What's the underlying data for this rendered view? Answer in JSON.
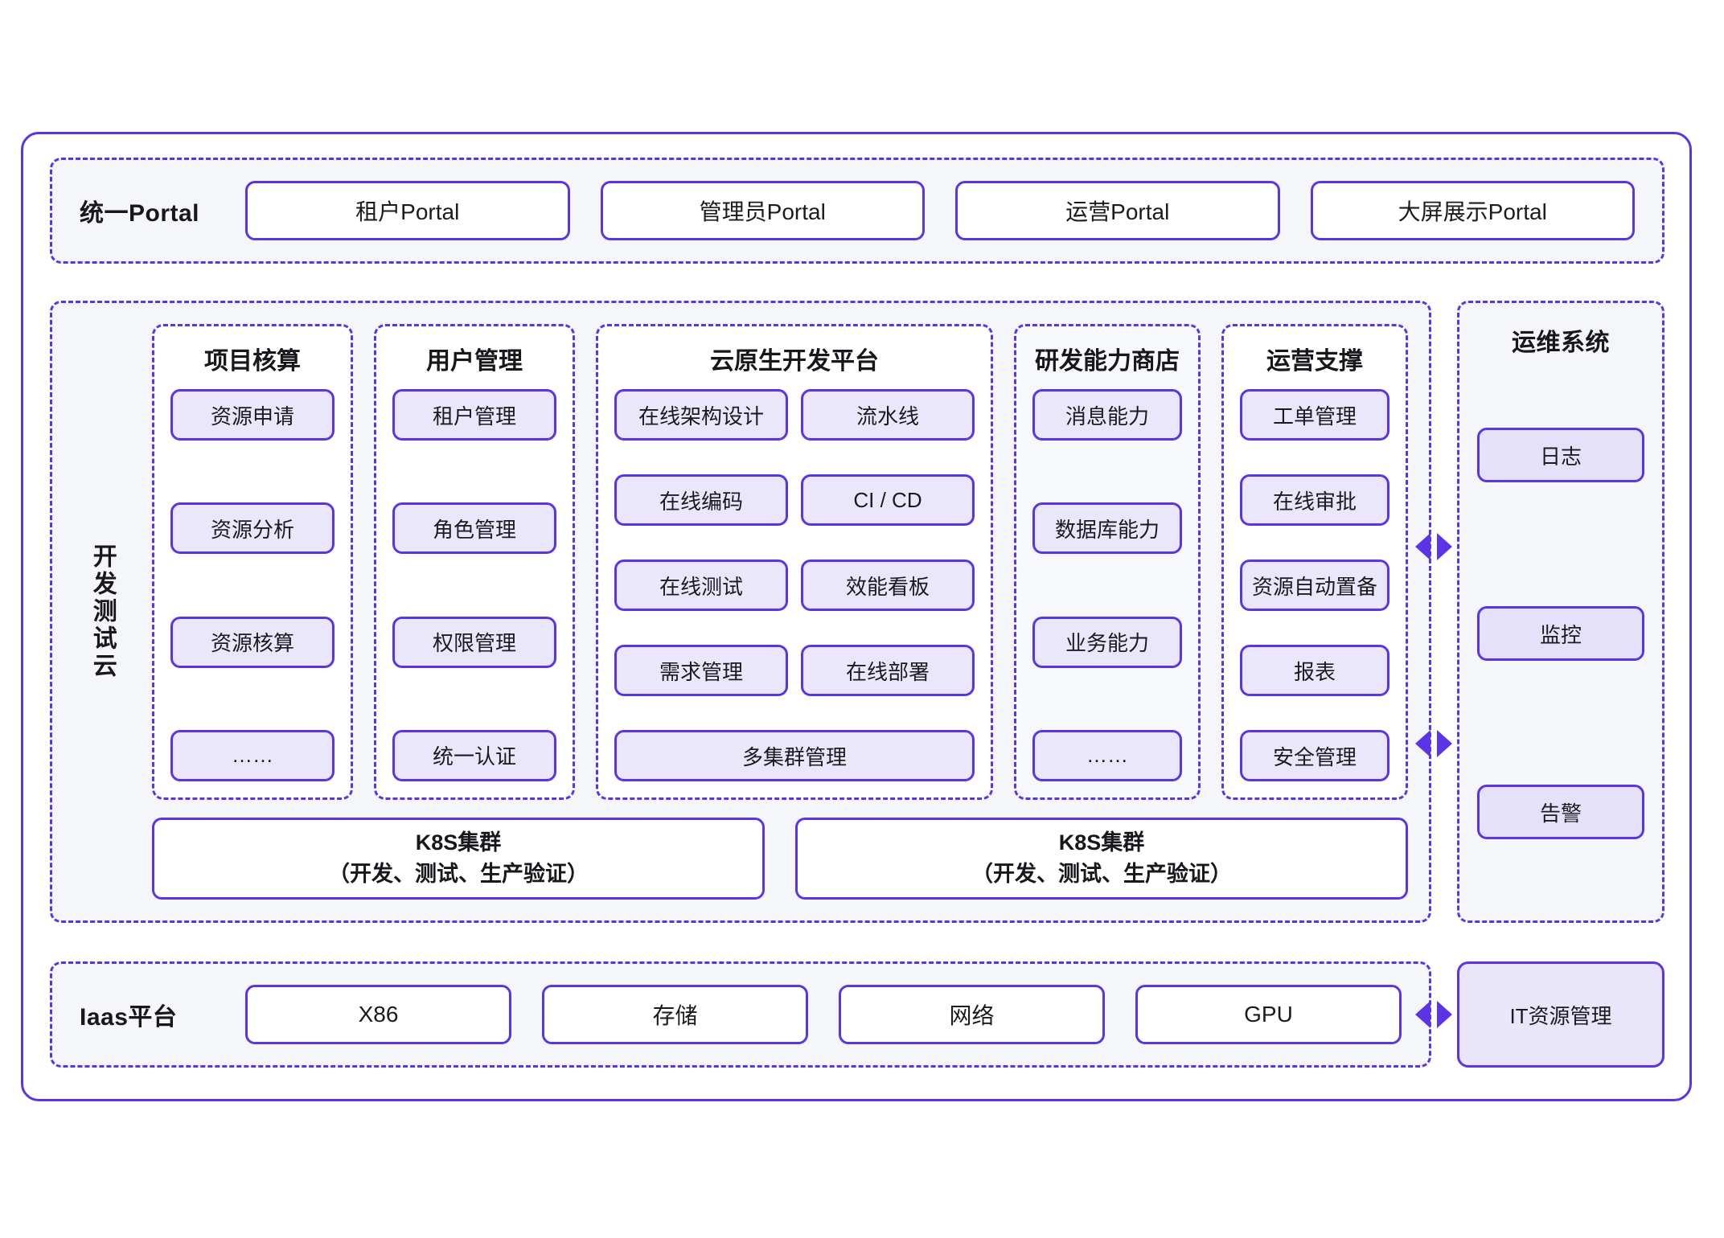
{
  "colors": {
    "accent": "#5b34e8",
    "tile_fill": "#eae6fb",
    "band_fill": "#f5f6fa",
    "panel_white": "#ffffff",
    "text": "#1b1b1f"
  },
  "portal_band": {
    "label": "统一Portal",
    "items": [
      {
        "label": "租户Portal"
      },
      {
        "label": "管理员Portal"
      },
      {
        "label": "运营Portal"
      },
      {
        "label": "大屏展示Portal"
      }
    ]
  },
  "devtest_band": {
    "label": "开发测试云",
    "groups": [
      {
        "title": "项目核算",
        "layout": "single",
        "tiles": [
          "资源申请",
          "资源分析",
          "资源核算",
          "……"
        ]
      },
      {
        "title": "用户管理",
        "layout": "single",
        "tiles": [
          "租户管理",
          "角色管理",
          "权限管理",
          "统一认证"
        ]
      },
      {
        "title": "云原生开发平台",
        "layout": "grid",
        "tiles": [
          "在线架构设计",
          "流水线",
          "在线编码",
          "CI / CD",
          "在线测试",
          "效能看板",
          "需求管理",
          "在线部署"
        ],
        "wide_tile": "多集群管理"
      },
      {
        "title": "研发能力商店",
        "layout": "single",
        "tiles": [
          "消息能力",
          "数据库能力",
          "业务能力",
          "……"
        ]
      },
      {
        "title": "运营支撑",
        "layout": "single",
        "tiles": [
          "工单管理",
          "在线审批",
          "资源自动置备",
          "报表",
          "安全管理"
        ]
      }
    ],
    "clusters": [
      {
        "title": "K8S集群",
        "subtitle": "（开发、测试、生产验证）"
      },
      {
        "title": "K8S集群",
        "subtitle": "（开发、测试、生产验证）"
      }
    ]
  },
  "ops_band": {
    "label": "运维系统",
    "tiles": [
      "日志",
      "监控",
      "告警"
    ]
  },
  "iaas_band": {
    "label": "Iaas平台",
    "items": [
      {
        "label": "X86"
      },
      {
        "label": "存储"
      },
      {
        "label": "网络"
      },
      {
        "label": "GPU"
      }
    ],
    "it_resource": "IT资源管理"
  },
  "connectors": [
    {
      "name": "ops-top",
      "icon": "bidirectional-arrow-icon"
    },
    {
      "name": "ops-bottom",
      "icon": "bidirectional-arrow-icon"
    },
    {
      "name": "iaas",
      "icon": "bidirectional-arrow-icon"
    }
  ]
}
